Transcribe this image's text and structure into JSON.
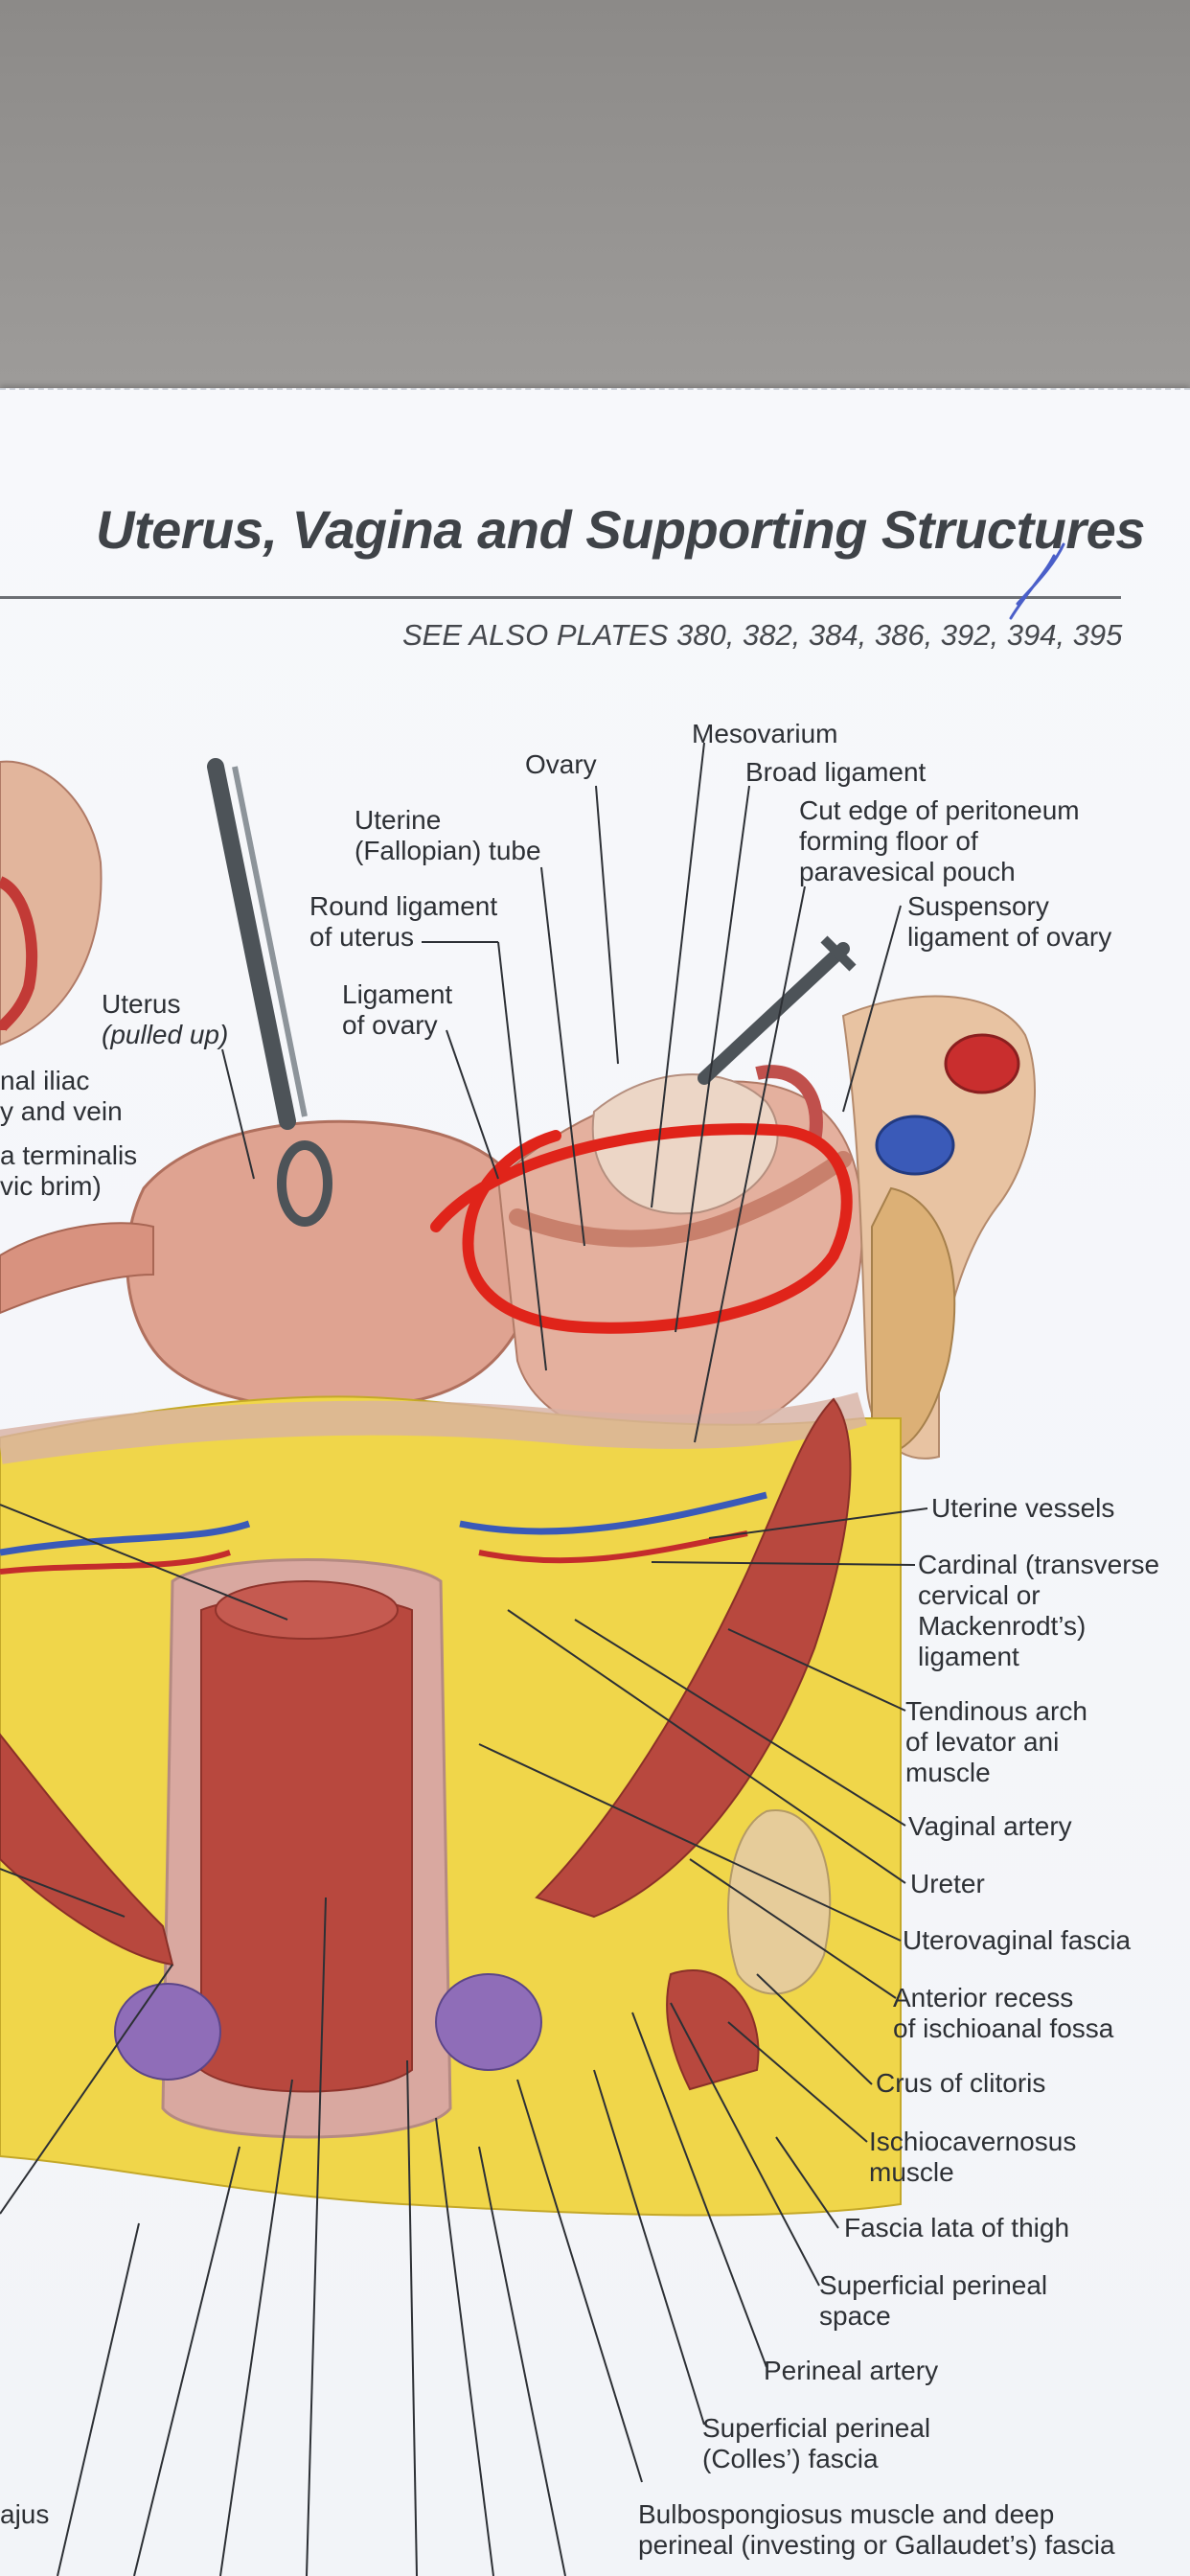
{
  "title": "Uterus, Vagina and Supporting Structures",
  "see_also": "SEE ALSO PLATES 380, 382, 384, 386, 392, 394, 395",
  "labels": {
    "mesovarium": "Mesovarium",
    "ovary": "Ovary",
    "broad_ligament": "Broad ligament",
    "uterine_tube_1": "Uterine",
    "uterine_tube_2": "(Fallopian) tube",
    "cut_edge_1": "Cut edge of peritoneum",
    "cut_edge_2": "forming floor of",
    "cut_edge_3": "paravesical pouch",
    "round_lig_1": "Round ligament",
    "round_lig_2": "of uterus",
    "suspensory_1": "Suspensory",
    "suspensory_2": "ligament of ovary",
    "ligament_ovary_1": "Ligament",
    "ligament_ovary_2": "of ovary",
    "uterus_1": "Uterus",
    "uterus_2": "(pulled up)",
    "iliac_1": "nal iliac",
    "iliac_2": "y and vein",
    "terminalis_1": "a terminalis",
    "terminalis_2": "vic brim)",
    "uterine_vessels": "Uterine vessels",
    "cardinal_1": "Cardinal (transverse",
    "cardinal_2": "cervical or",
    "cardinal_3": "Mackenrodt’s)",
    "cardinal_4": "ligament",
    "tendinous_1": "Tendinous arch",
    "tendinous_2": "of levator ani",
    "tendinous_3": "muscle",
    "vaginal_artery": "Vaginal artery",
    "ureter": "Ureter",
    "uterovaginal": "Uterovaginal fascia",
    "anterior_recess_1": "Anterior recess",
    "anterior_recess_2": "of ischioanal fossa",
    "crus_clitoris": "Crus of clitoris",
    "ischiocav_1": "Ischiocavernosus",
    "ischiocav_2": "muscle",
    "fascia_lata": "Fascia lata of thigh",
    "sup_perineal_space_1": "Superficial perineal",
    "sup_perineal_space_2": "space",
    "perineal_artery": "Perineal artery",
    "sup_perineal_fascia_1": "Superficial perineal",
    "sup_perineal_fascia_2": "(Colles’) fascia",
    "bulbospongiosus_1": "Bulbospongiosus muscle and deep",
    "bulbospongiosus_2": "perineal (investing or Gallaudet’s) fascia",
    "ajus": "ajus"
  },
  "colors": {
    "muscle": "#b8483e",
    "fat": "#f0d64a",
    "uterus": "#dfa391",
    "annotation": "#e0241a",
    "vessel_blue": "#3a5ab8",
    "vessel_red": "#c42c2c"
  }
}
